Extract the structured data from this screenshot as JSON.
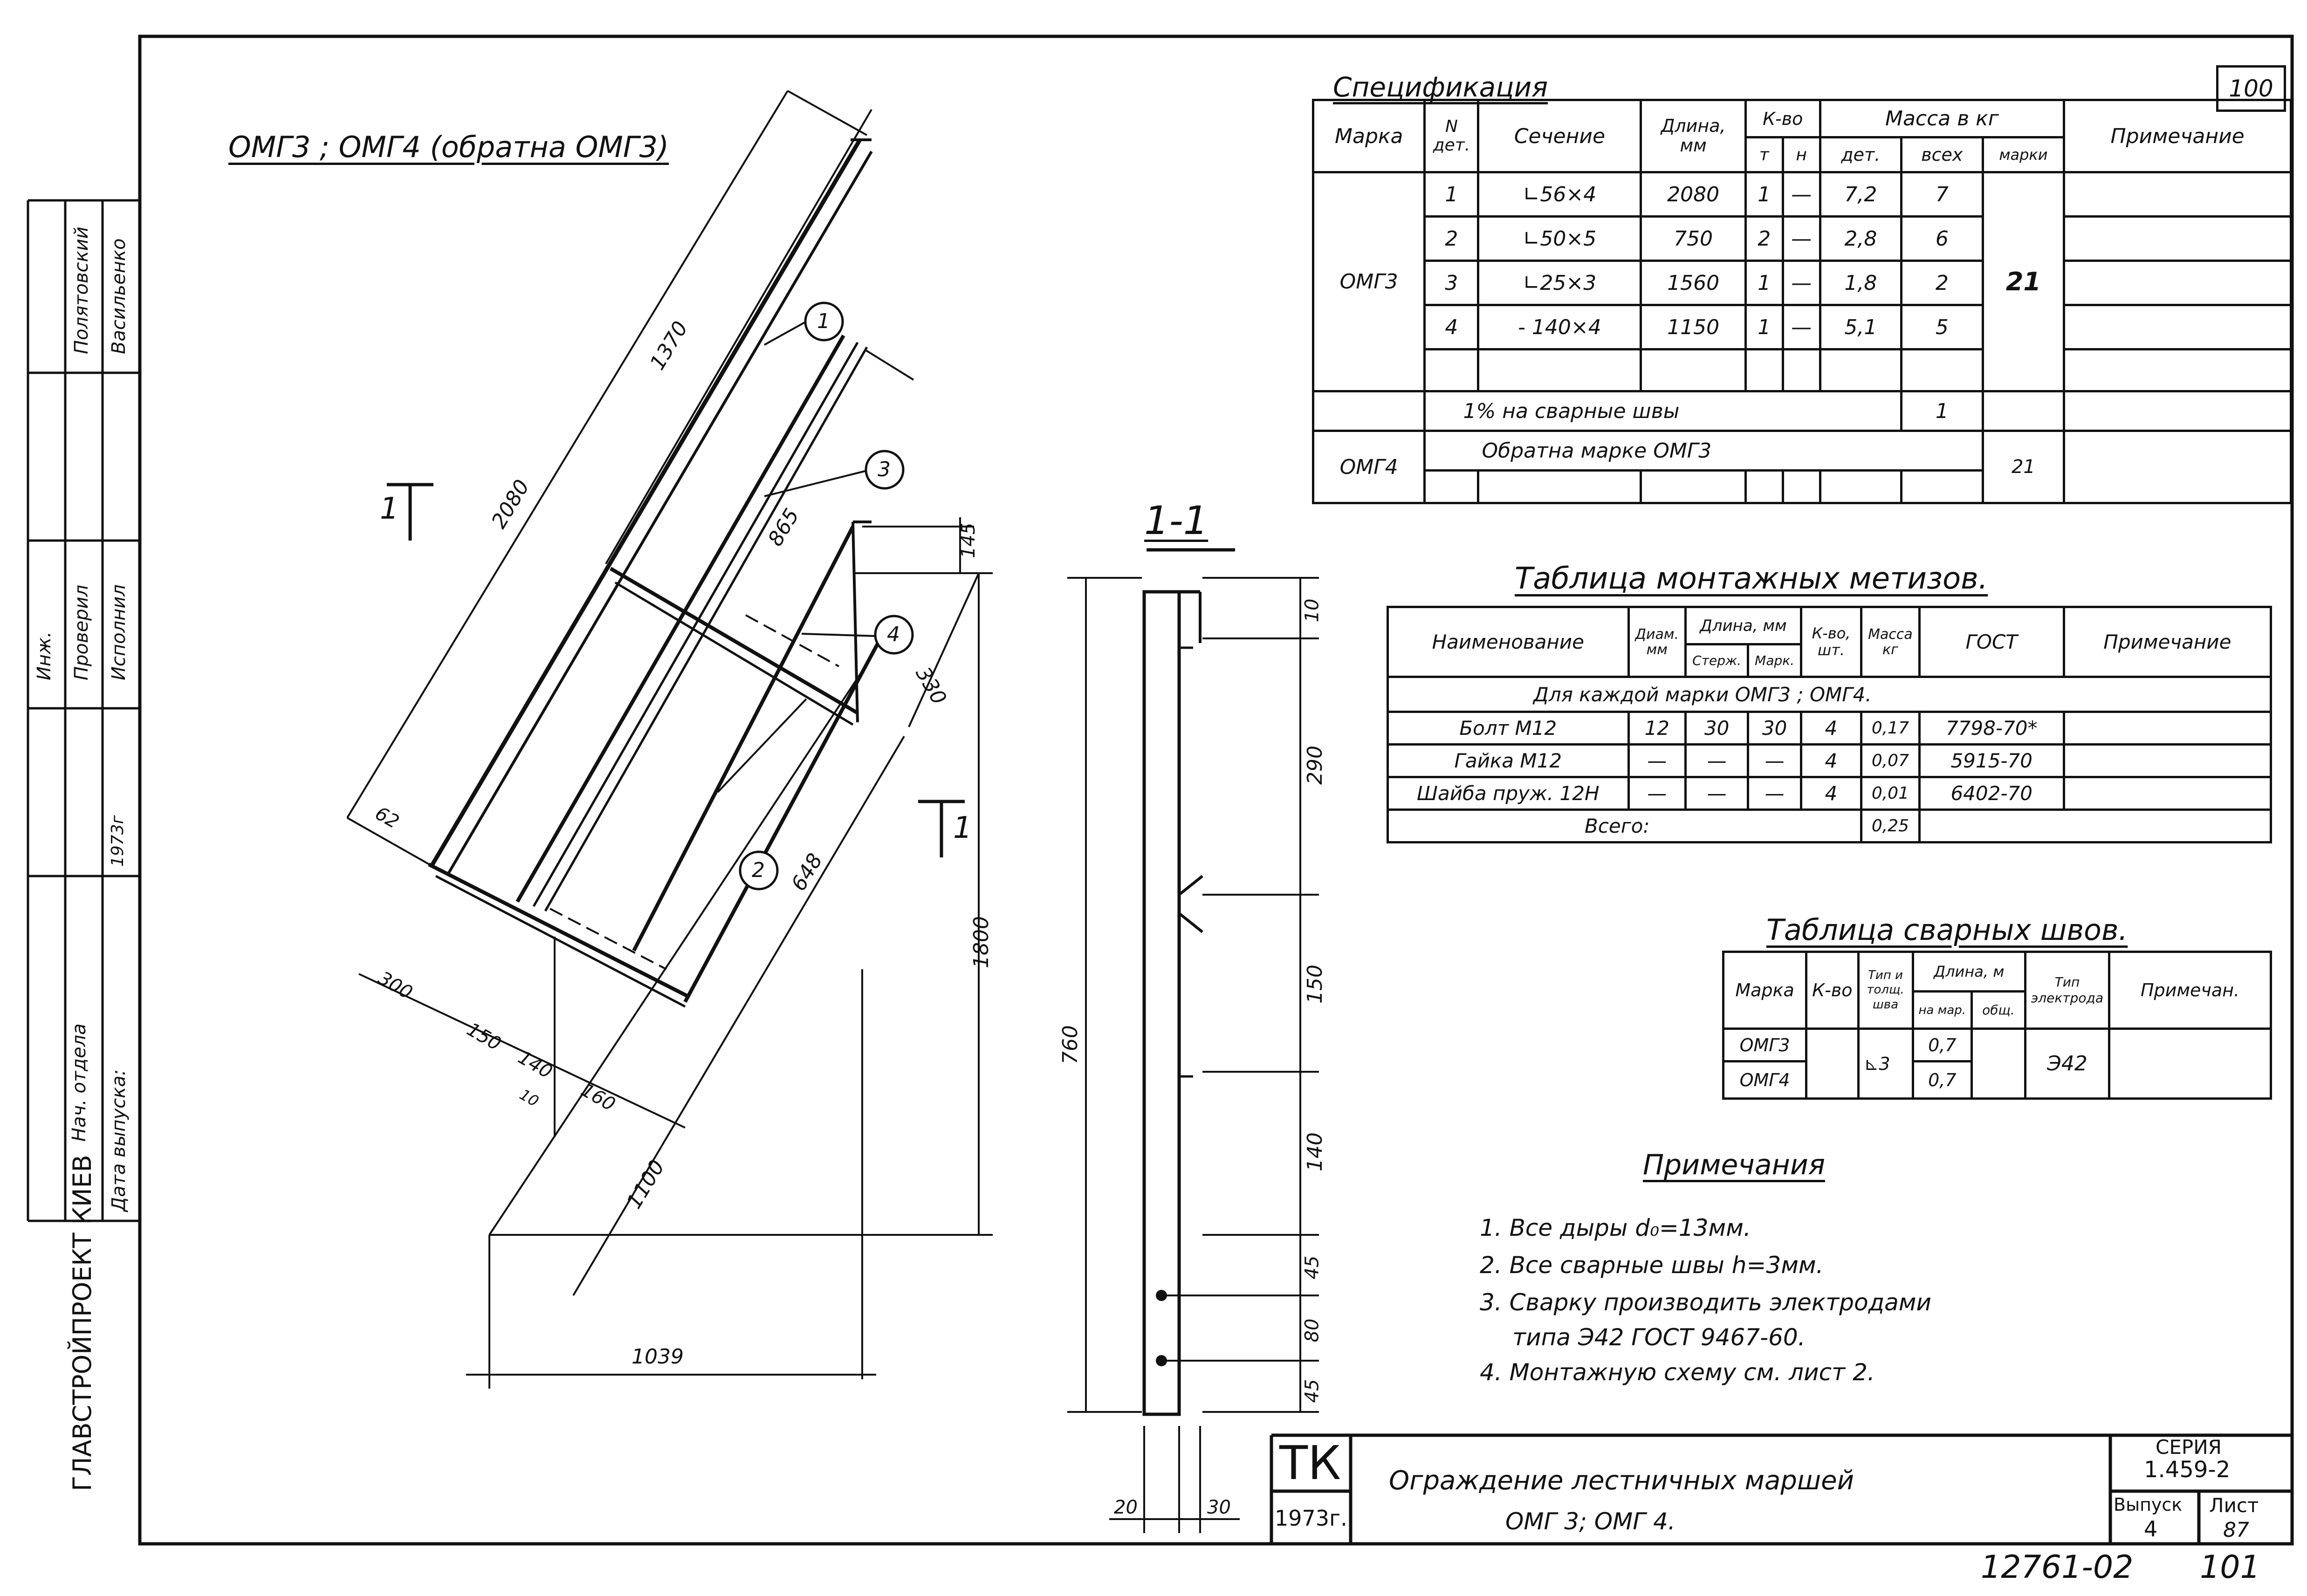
{
  "sheet_number": "100",
  "drawing_title": "ОМГ3 ; ОМГ4 (обратна ОМГ3)",
  "section_label": "1-1",
  "section_marks": [
    "1",
    "1"
  ],
  "callouts": [
    "1",
    "2",
    "3",
    "4"
  ],
  "dims_main": [
    "1370",
    "2080",
    "865",
    "145",
    "330",
    "62",
    "648",
    "300",
    "150",
    "140",
    "10",
    "160",
    "1100",
    "1800",
    "1039"
  ],
  "dims_section": [
    "10",
    "290",
    "150",
    "140",
    "45",
    "80",
    "45",
    "760",
    "20",
    "30"
  ],
  "spec": {
    "title": "Спецификация",
    "headers": {
      "mark": "Марка",
      "part_no": "N дет.",
      "section": "Сечение",
      "length": "Длина, мм",
      "qty": "К-во",
      "qty_t": "т",
      "qty_n": "н",
      "mass": "Масса в кг",
      "mass_part": "дет.",
      "mass_all": "всех",
      "mass_mark": "марки",
      "note": "Примечание"
    },
    "rows": [
      {
        "no": "1",
        "section": "∟56×4",
        "length": "2080",
        "t": "1",
        "n": "—",
        "m_det": "7,2",
        "m_all": "7"
      },
      {
        "no": "2",
        "section": "∟50×5",
        "length": "750",
        "t": "2",
        "n": "—",
        "m_det": "2,8",
        "m_all": "6"
      },
      {
        "no": "3",
        "section": "∟25×3",
        "length": "1560",
        "t": "1",
        "n": "—",
        "m_det": "1,8",
        "m_all": "2"
      },
      {
        "no": "4",
        "section": "- 140×4",
        "length": "1150",
        "t": "1",
        "n": "—",
        "m_det": "5,1",
        "m_all": "5"
      }
    ],
    "mark1": "ОМГ3",
    "mark1_total": "21",
    "weld_row": "1% на сварные швы",
    "weld_mass": "1",
    "mark2": "ОМГ4",
    "mark2_text": "Обратна марке ОМГ3",
    "mark2_total": "21"
  },
  "fasteners": {
    "title": "Таблица монтажных метизов.",
    "headers": {
      "name": "Наименование",
      "diam": "Диам. мм",
      "length": "Длина, мм",
      "rod": "Стерж.",
      "mark": "Марк.",
      "qty": "К-во, шт.",
      "mass": "Масса кг",
      "gost": "ГОСТ",
      "note": "Примечание"
    },
    "group": "Для каждой марки ОМГ3 ; ОМГ4.",
    "rows": [
      {
        "name": "Болт М12",
        "diam": "12",
        "rod": "30",
        "mark": "30",
        "qty": "4",
        "mass": "0,17",
        "gost": "7798-70*"
      },
      {
        "name": "Гайка М12",
        "diam": "—",
        "rod": "—",
        "mark": "—",
        "qty": "4",
        "mass": "0,07",
        "gost": "5915-70"
      },
      {
        "name": "Шайба пруж. 12Н",
        "diam": "—",
        "rod": "—",
        "mark": "—",
        "qty": "4",
        "mass": "0,01",
        "gost": "6402-70"
      }
    ],
    "total_label": "Всего:",
    "total": "0,25"
  },
  "welds": {
    "title": "Таблица сварных швов.",
    "headers": {
      "mark": "Марка",
      "qty": "К-во",
      "type": "Тип и толщ. шва",
      "length": "Длина, м",
      "per_mark": "на мар.",
      "total": "общ.",
      "electrode": "Тип электрода",
      "note": "Примечан."
    },
    "marks": [
      "ОМГ3",
      "ОМГ4"
    ],
    "type": "3",
    "lengths": [
      "0,7",
      "0,7"
    ],
    "electrode": "Э42"
  },
  "notes": {
    "title": "Примечания",
    "items": [
      "1. Все дыры d₀=13мм.",
      "2. Все сварные швы h=3мм.",
      "3. Сварку производить электродами",
      "типа Э42 ГОСТ 9467-60.",
      "4. Монтажную схему см. лист 2."
    ]
  },
  "title_block": {
    "org": "ТК",
    "year": "1973г.",
    "title_line1": "Ограждение лестничных маршей",
    "title_line2": "ОМГ 3; ОМГ 4.",
    "series_label": "СЕРИЯ",
    "series": "1.459-2",
    "issue_label": "Выпуск",
    "issue": "4",
    "sheet_label": "Лист",
    "sheet": "87"
  },
  "side_stamp": {
    "roles": [
      "Нач. отдела",
      "Исполнил",
      "Проверил",
      "Инж.",
      "Дата выпуска:"
    ],
    "names": [
      "Васильенко",
      "Полятовский"
    ],
    "year": "1973г",
    "vertical_text": "ГЛАВСТРОЙПРОЕКТ  КИЕВ"
  },
  "bottom_code": "12761-02",
  "bottom_page": "101"
}
